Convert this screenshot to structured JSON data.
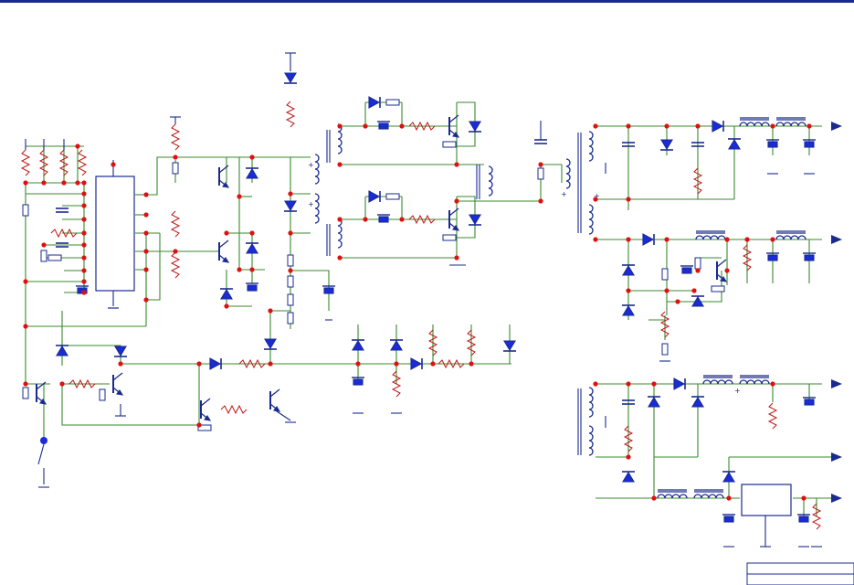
{
  "diagram": {
    "type": "circuit-schematic",
    "colors": {
      "wire": "#3a8a2e",
      "component": "#1a2b8f",
      "diode_fill": "#1a2bd8",
      "junction": "#e01010",
      "frame": "#1a2b8f",
      "background": "#ffffff"
    },
    "symbols": [
      "resistor",
      "capacitor",
      "diode",
      "zener-diode",
      "transistor-npn",
      "transformer",
      "inductor",
      "electrolytic-capacitor",
      "ground",
      "switch",
      "ic-regulator",
      "output-arrow"
    ],
    "polarity_marks": [
      "+",
      "+",
      "+",
      "+",
      "+"
    ]
  }
}
